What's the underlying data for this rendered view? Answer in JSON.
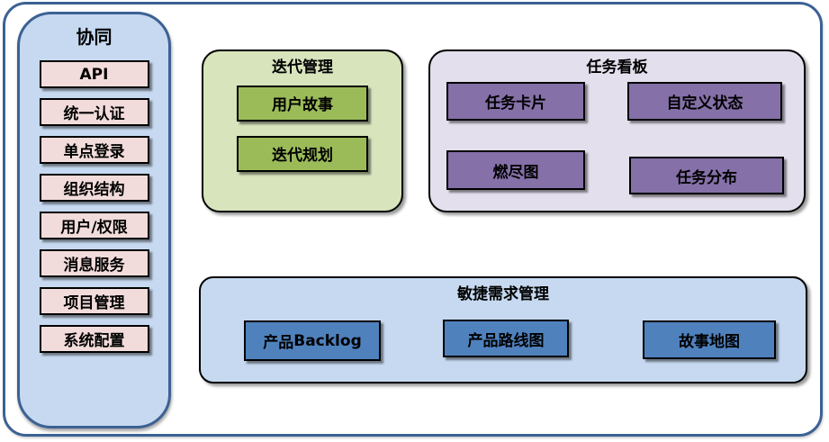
{
  "colors": {
    "frame": "#3c6194",
    "box_border": "#000000",
    "sidebar_bg": "#c6d9f0",
    "sidebar_item_bg": "#f2dcdb",
    "iteration_bg": "#d7e4bc",
    "iteration_item_bg": "#9bbb59",
    "kanban_bg": "#e4dfec",
    "kanban_item_bg": "#8570a8",
    "requirements_bg": "#c6d9f0",
    "requirements_item_bg": "#4f81bd"
  },
  "sidebar": {
    "title": "协同",
    "items": [
      "API",
      "统一认证",
      "单点登录",
      "组织结构",
      "用户/权限",
      "消息服务",
      "项目管理",
      "系统配置"
    ]
  },
  "iteration_panel": {
    "title": "迭代管理",
    "items": [
      "用户故事",
      "迭代规划"
    ]
  },
  "kanban_panel": {
    "title": "任务看板",
    "items": [
      "任务卡片",
      "自定义状态",
      "燃尽图",
      "任务分布"
    ]
  },
  "requirements_panel": {
    "title": "敏捷需求管理",
    "items": [
      "产品Backlog",
      "产品路线图",
      "故事地图"
    ]
  }
}
